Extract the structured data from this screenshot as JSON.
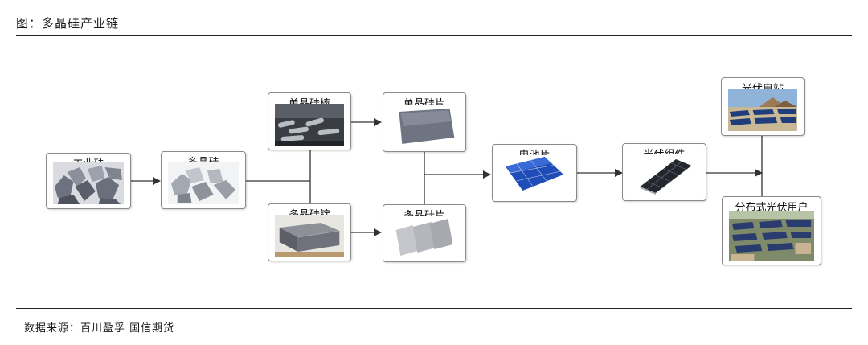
{
  "figure": {
    "title": "图：多晶硅产业链",
    "source": "数据来源：百川盈孚 国信期货"
  },
  "nodes": {
    "industrial_silicon": "工业硅",
    "polysilicon": "多晶硅",
    "mono_ingot": "单晶硅棒",
    "multi_ingot": "多晶硅锭",
    "mono_wafer": "单晶硅片",
    "multi_wafer": "多晶硅片",
    "cell": "电池片",
    "module": "光伏组件",
    "power_station": "光伏电站",
    "distributed_users": "分布式光伏用户"
  }
}
